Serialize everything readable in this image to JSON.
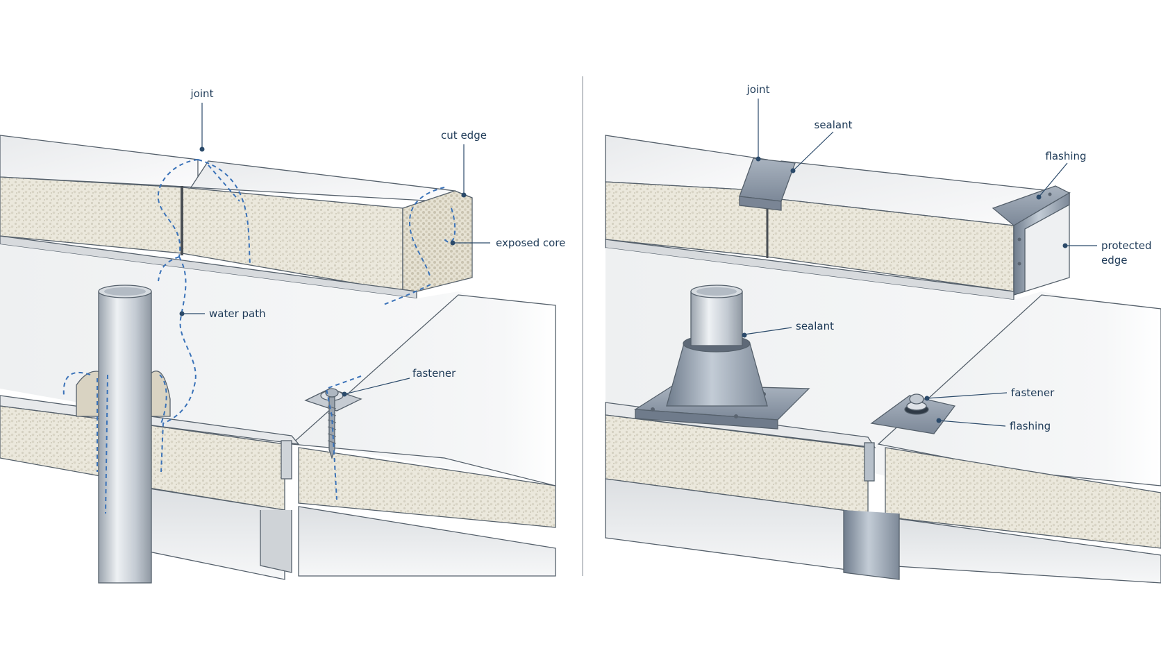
{
  "colors": {
    "label_text": "#1e3a57",
    "leader_line": "#2b4a6a",
    "water_path": "#3a72b8",
    "foam_core": "#ebe8dc",
    "panel_face": "#f3f4f5",
    "metal_flashing": "#8f9aa8"
  },
  "left_panel": {
    "labels": {
      "joint": "joint",
      "cut_edge": "cut edge",
      "exposed_core": "exposed core",
      "water_path": "water path",
      "fastener": "fastener"
    }
  },
  "right_panel": {
    "labels": {
      "joint": "joint",
      "sealant_joint": "sealant",
      "flashing_edge": "flashing",
      "protected_edge": "protected\nedge",
      "sealant_pipe": "sealant",
      "fastener": "fastener",
      "flashing_fastener": "flashing"
    }
  }
}
